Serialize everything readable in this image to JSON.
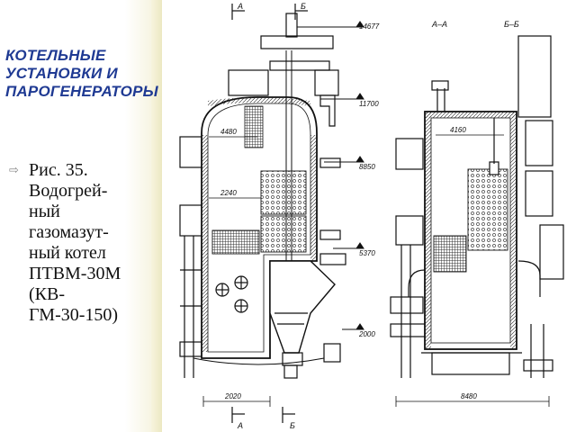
{
  "slide": {
    "title": "КОТЕЛЬНЫЕ УСТАНОВКИ И ПАРОГЕНЕРАТОРЫ",
    "caption_lines": [
      "Рис. 35.",
      "Водогрей-",
      "ный",
      "газомазут-",
      "ный котел",
      "ПТВМ-30М",
      "(КВ-",
      "ГМ-30-150)"
    ],
    "bullet_icon": "arrow-bullet-icon",
    "accent_color": "#1f3a93"
  },
  "drawing": {
    "section_labels": {
      "a": "А",
      "b": "Б",
      "aa": "А–А",
      "bb": "Б–Б"
    },
    "elevations": [
      "14677",
      "11700",
      "8850",
      "5370",
      "2000"
    ],
    "dimensions": {
      "top_width": "4480",
      "mid_width": "2240",
      "section_width": "4160",
      "base_width": "2020",
      "overall_width": "8480"
    }
  }
}
